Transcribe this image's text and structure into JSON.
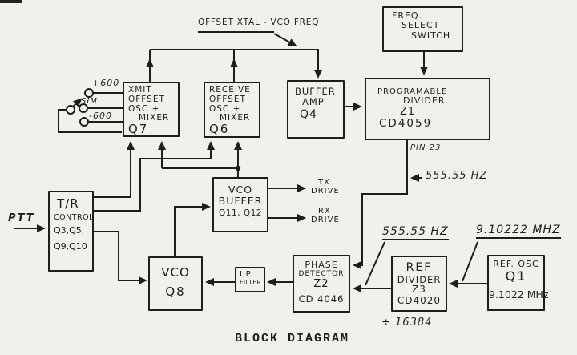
{
  "title": "BLOCK DIAGRAM",
  "blocks": {
    "freq_select": {
      "lines": [
        "FREQ.",
        "SELECT",
        "SWITCH"
      ]
    },
    "xmit_offset": {
      "lines": [
        "XMIT",
        "OFFSET",
        "OSC +",
        "MIXER",
        "Q7"
      ]
    },
    "recv_offset": {
      "lines": [
        "RECEIVE",
        "OFFSET",
        "OSC +",
        "MIXER",
        "Q6"
      ]
    },
    "buffer_amp": {
      "lines": [
        "BUFFER",
        "AMP",
        "Q4"
      ]
    },
    "prog_divider": {
      "lines": [
        "PROGRAMABLE",
        "DIVIDER",
        "Z1",
        "CD4059"
      ]
    },
    "tr_control": {
      "lines": [
        "T/R",
        "CONTROL",
        "Q3,Q5,",
        "Q9,Q10"
      ]
    },
    "vco_buffer": {
      "lines": [
        "VCO",
        "BUFFER",
        "Q11, Q12"
      ]
    },
    "vco": {
      "lines": [
        "VCO",
        "Q8"
      ]
    },
    "lp_filter": {
      "lines": [
        "LP",
        "FILTER"
      ]
    },
    "phase_det": {
      "lines": [
        "PHASE",
        "DETECTOR",
        "Z2",
        "CD 4046"
      ]
    },
    "ref_divider": {
      "lines": [
        "REF",
        "DIVIDER",
        "Z3",
        "CD4020"
      ]
    },
    "ref_osc": {
      "lines": [
        "REF. OSC",
        "Q1",
        "9.1022 MHz"
      ]
    }
  },
  "labels": {
    "bus": "OFFSET XTAL - VCO FREQ",
    "pin23": "PIN 23",
    "pin23_freq": "555.55 HZ",
    "ref_freq": "555.55 HZ",
    "osc_freq": "9.10222 MHZ",
    "divide_ratio": "÷ 16384",
    "ptt": "PTT",
    "tx_drive": [
      "TX",
      "DRIVE"
    ],
    "rx_drive": [
      "RX",
      "DRIVE"
    ],
    "switch_positions": [
      "+600",
      "SIM",
      "-600"
    ]
  },
  "colors": {
    "ink": "#1e1d1b",
    "paper": "#f2f0ea"
  }
}
